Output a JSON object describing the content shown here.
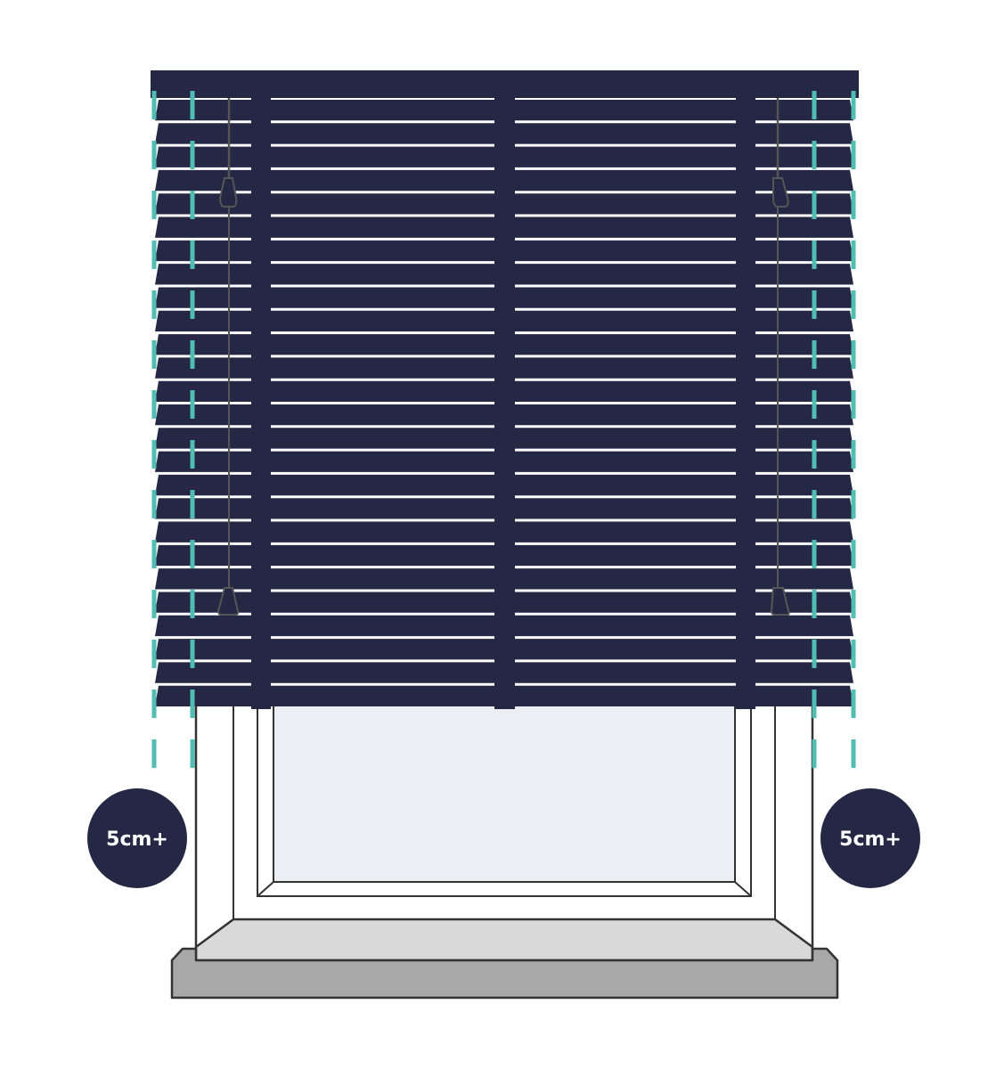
{
  "colors": {
    "navy": "#242845",
    "teal": "#52bdb2",
    "glass": "#eceef3",
    "sill_top": "#d9d9d9",
    "sill_front": "#a8a8a8",
    "outline": "#333333",
    "white": "#ffffff",
    "cord": "#555555"
  },
  "badges": {
    "left": {
      "label": "5cm+"
    },
    "right": {
      "label": "5cm+"
    }
  },
  "blind": {
    "slat_count": 26,
    "state": "closed"
  }
}
